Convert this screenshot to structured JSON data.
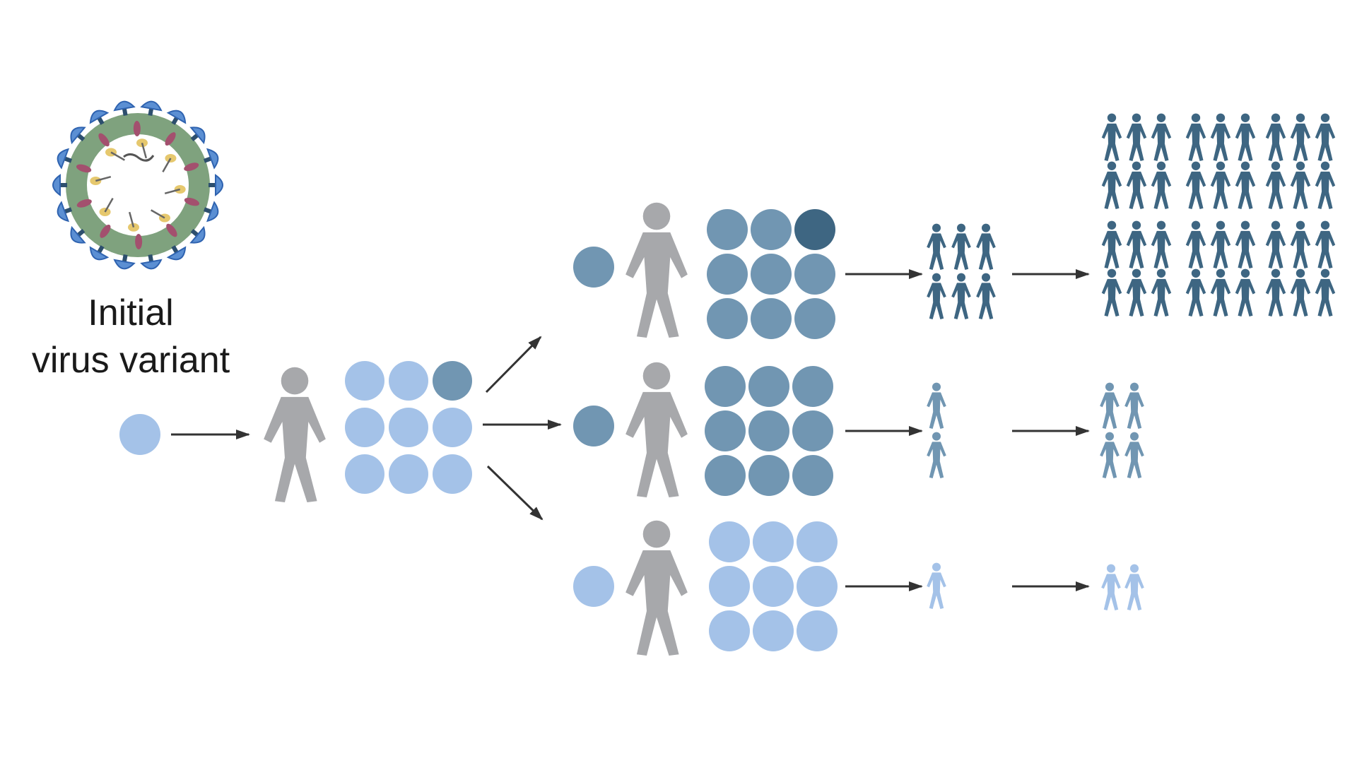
{
  "label": {
    "line1": "Initial",
    "line2": "virus variant"
  },
  "colors": {
    "light": "#a4c2e8",
    "medium": "#7196b2",
    "dark": "#3e6682",
    "person": "#a7a8ab",
    "arrow": "#333333",
    "spike": "#5b8fd3",
    "spike_edge": "#2f63b0",
    "envelope": "#7fa27e",
    "membrane_protein": "#a3506e",
    "rna_protein": "#e6c86e",
    "text": "#1a1a1a"
  },
  "variant_grids": [
    {
      "id": "initial-host-variants",
      "tones": [
        "light",
        "light",
        "medium",
        "light",
        "light",
        "light",
        "light",
        "light",
        "light"
      ]
    },
    {
      "id": "top-branch-variants",
      "tones": [
        "medium",
        "medium",
        "dark",
        "medium",
        "medium",
        "medium",
        "medium",
        "medium",
        "medium"
      ]
    },
    {
      "id": "middle-branch-variants",
      "tones": [
        "medium",
        "medium",
        "medium",
        "medium",
        "medium",
        "medium",
        "medium",
        "medium",
        "medium"
      ]
    },
    {
      "id": "bottom-branch-variants",
      "tones": [
        "light",
        "light",
        "light",
        "light",
        "light",
        "light",
        "light",
        "light",
        "light"
      ]
    }
  ],
  "spread": {
    "top": {
      "tone": "dark",
      "first_wave": 6,
      "second_wave": 36
    },
    "middle": {
      "tone": "medium",
      "first_wave": 2,
      "second_wave": 4
    },
    "bottom": {
      "tone": "light",
      "first_wave": 1,
      "second_wave": 2
    }
  }
}
